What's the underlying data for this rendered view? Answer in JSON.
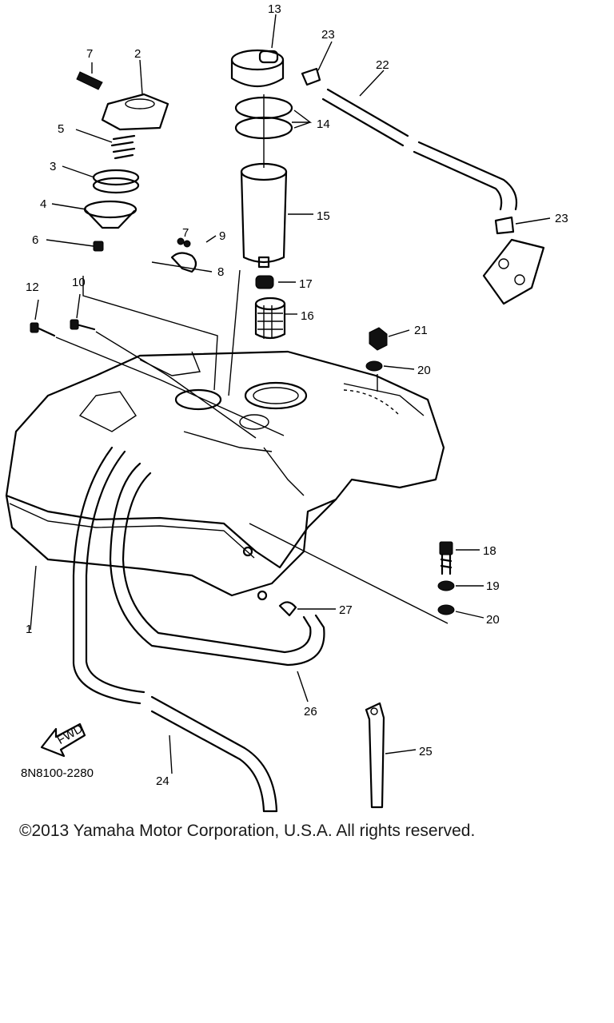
{
  "diagram": {
    "part_numbers": [
      "1",
      "2",
      "3",
      "4",
      "5",
      "6",
      "7",
      "8",
      "9",
      "10",
      "12",
      "13",
      "14",
      "15",
      "16",
      "17",
      "18",
      "19",
      "20",
      "20",
      "21",
      "22",
      "23",
      "23",
      "24",
      "25",
      "26",
      "27"
    ],
    "diagram_code": "8N8100-2280",
    "fwd_label": "FWD",
    "marks": {
      "nine_side": "7"
    }
  },
  "footer": {
    "copyright": "©2013 Yamaha Motor Corporation, U.S.A. All rights reserved."
  }
}
